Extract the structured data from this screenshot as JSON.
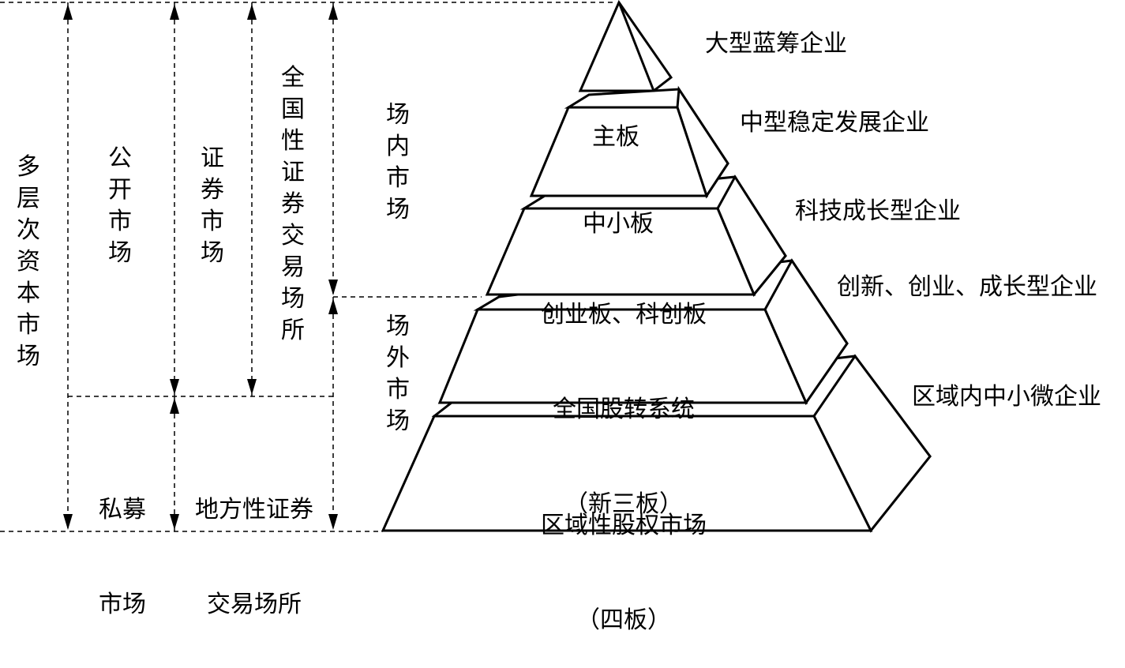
{
  "left_panel": {
    "multi_level": "多层次资本市场",
    "public_market": "公开市场",
    "securities_market": "证券市场",
    "national_exchange": "全国性证券交易场所",
    "on_exchange": "场内市场",
    "off_exchange": "场外市场",
    "private_market_line1": "私募",
    "private_market_line2": "市场",
    "local_exchange_line1": "地方性证券",
    "local_exchange_line2": "交易场所"
  },
  "pyramid": {
    "tiers": [
      {
        "label_line1": "主板",
        "label_line2": ""
      },
      {
        "label_line1": "中小板",
        "label_line2": ""
      },
      {
        "label_line1": "创业板、科创板",
        "label_line2": ""
      },
      {
        "label_line1": "全国股转系统",
        "label_line2": "（新三板）"
      },
      {
        "label_line1": "区域性股权市场",
        "label_line2": "（四板）"
      }
    ]
  },
  "right_labels": [
    "大型蓝筹企业",
    "中型稳定发展企业",
    "科技成长型企业",
    "创新、创业、成长型企业",
    "区域内中小微企业"
  ],
  "colors": {
    "line": "#000000",
    "background": "#ffffff"
  }
}
